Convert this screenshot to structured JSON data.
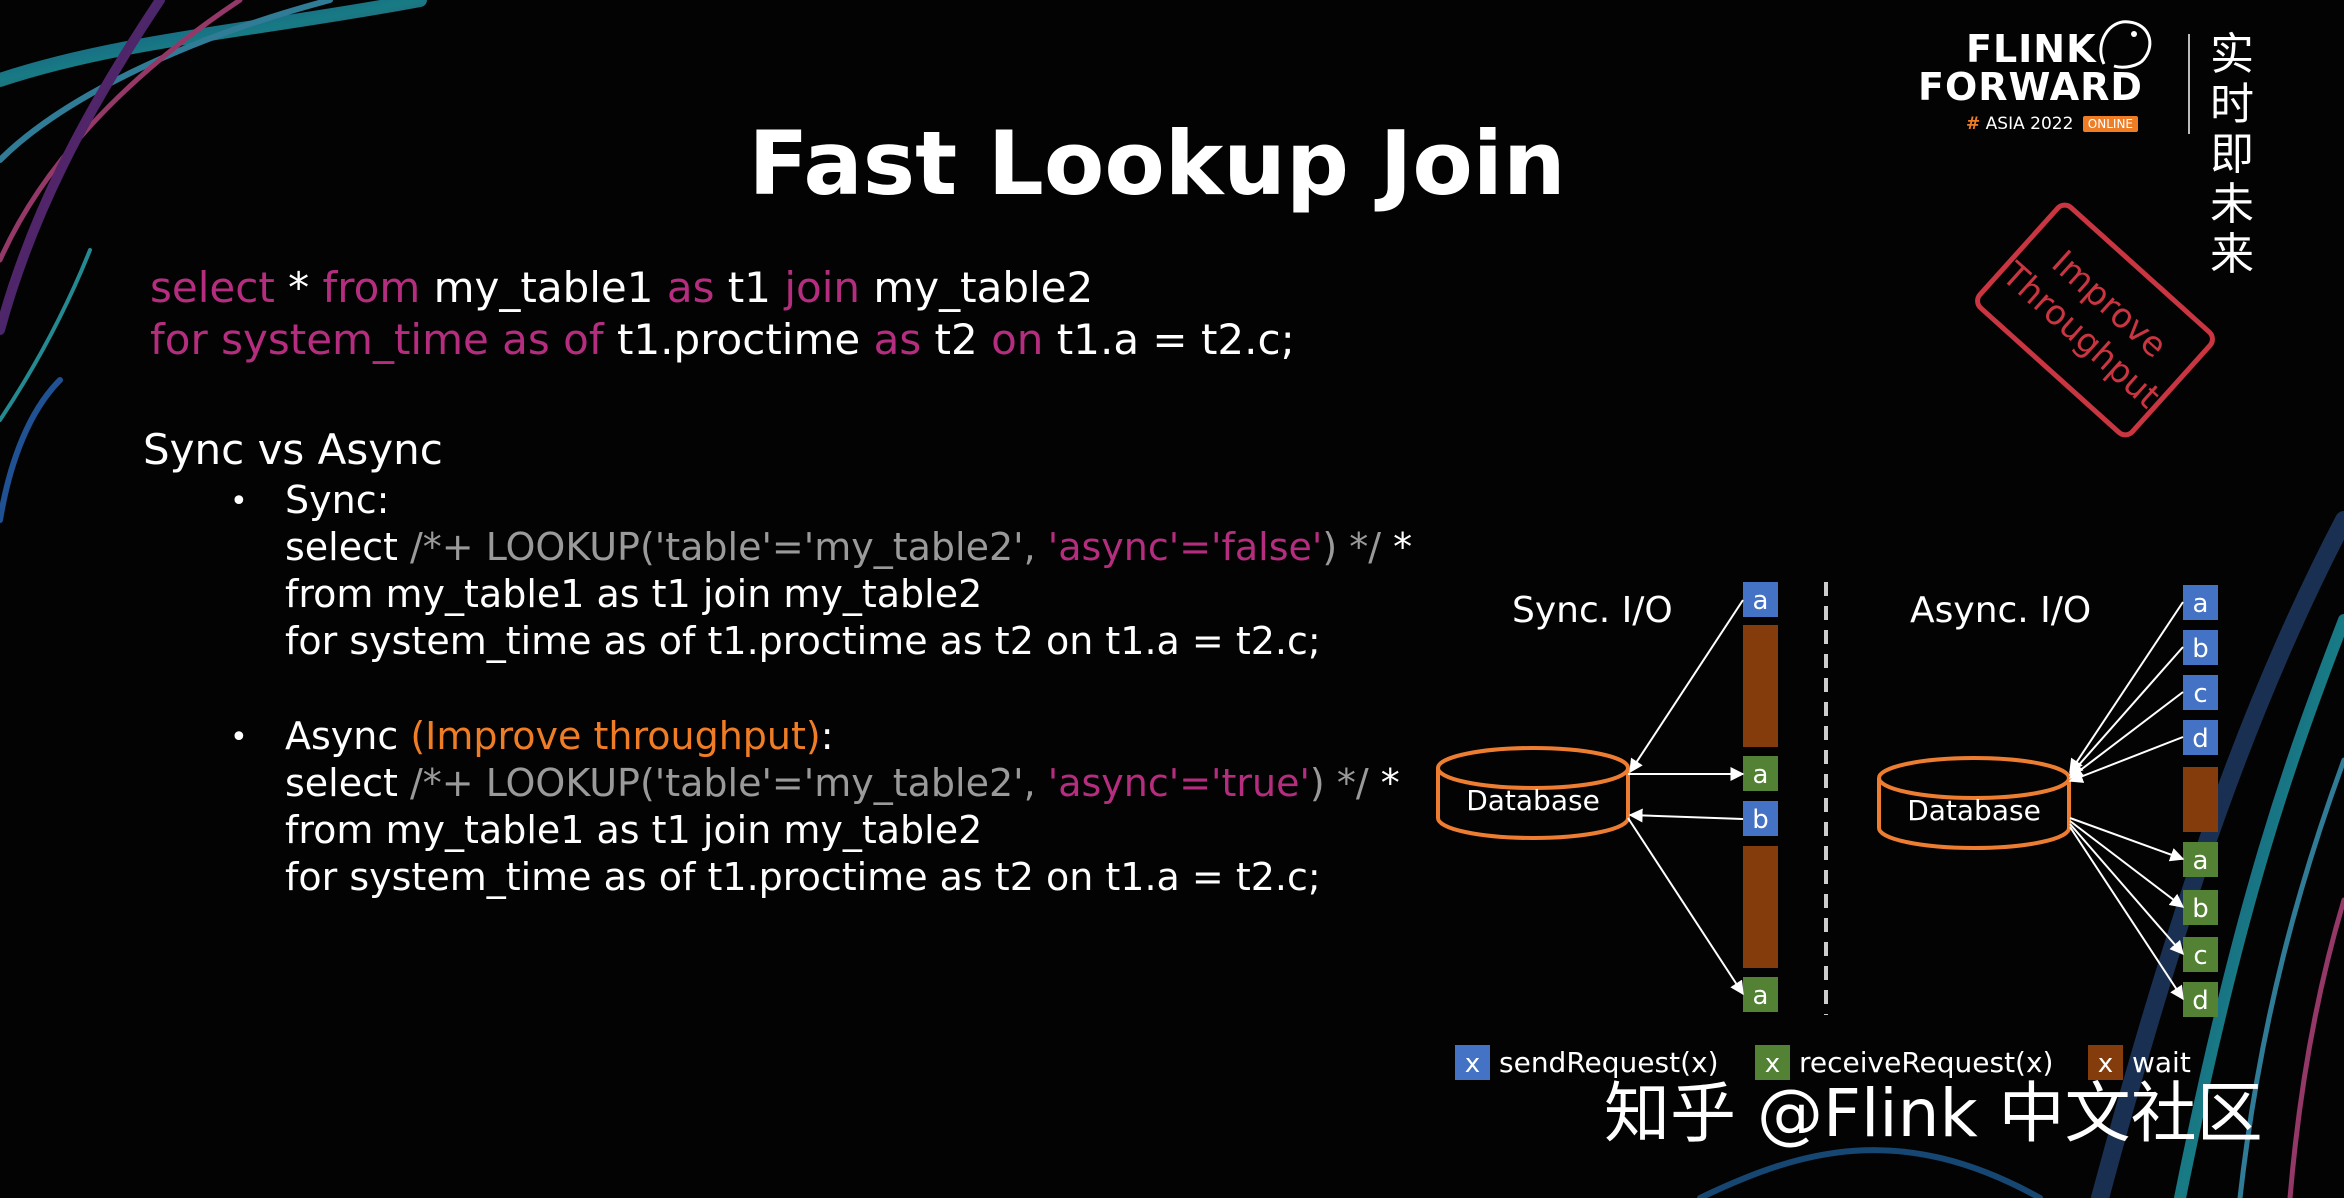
{
  "slide": {
    "title": "Fast Lookup Join",
    "brand": {
      "line1": "FLINK",
      "line2": "FORWARD",
      "hash": "#",
      "sub": "ASIA 2022",
      "online": "ONLINE",
      "cn": "实时即未来"
    },
    "code": {
      "line1": [
        {
          "t": "select",
          "kw": true
        },
        {
          "t": " * ",
          "kw": false
        },
        {
          "t": "from",
          "kw": true
        },
        {
          "t": " my_table1 ",
          "kw": false
        },
        {
          "t": "as",
          "kw": true
        },
        {
          "t": " t1 ",
          "kw": false
        },
        {
          "t": "join",
          "kw": true
        },
        {
          "t": " my_table2",
          "kw": false
        }
      ],
      "line2": [
        {
          "t": "for system_time as of",
          "kw": true
        },
        {
          "t": " t1.proctime ",
          "kw": false
        },
        {
          "t": "as",
          "kw": true
        },
        {
          "t": " t2 ",
          "kw": false
        },
        {
          "t": "on",
          "kw": true
        },
        {
          "t": " t1.a = t2.c;",
          "kw": false
        }
      ]
    },
    "section_heading": "Sync vs Async",
    "sync": {
      "label": "Sync:",
      "select_word": "select ",
      "hint_prefix": "/*+ LOOKUP('table'='my_table2', ",
      "hint_async": "'async'='false'",
      "hint_suffix": ") */ ",
      "star": "*",
      "line2": "from my_table1 as t1 join my_table2",
      "line3": "for system_time as of t1.proctime as t2 on t1.a = t2.c;"
    },
    "async": {
      "label": "Async ",
      "paren": "(Improve throughput)",
      "colon": ":",
      "select_word": "select ",
      "hint_prefix": "/*+ LOOKUP('table'='my_table2', ",
      "hint_async": "'async'='true'",
      "hint_suffix": ") */ ",
      "star": "*",
      "line2": "from my_table1 as t1 join my_table2",
      "line3": "for system_time as of t1.proctime as t2 on t1.a = t2.c;"
    },
    "stamp": {
      "line1": "Improve",
      "line2": "Throughput"
    },
    "diagram": {
      "sync_title": "Sync. I/O",
      "async_title": "Async. I/O",
      "db_label": "Database",
      "sync_boxes": [
        "a",
        "a",
        "b",
        "a"
      ],
      "async_send": [
        "a",
        "b",
        "c",
        "d"
      ],
      "async_recv": [
        "a",
        "b",
        "c",
        "d"
      ],
      "legend": {
        "send_key": "x",
        "send": "sendRequest(x)",
        "recv_key": "x",
        "recv": "receiveRequest(x)",
        "wait_key": "x",
        "wait": "wait"
      },
      "colors": {
        "send": "#4472c4",
        "recv": "#548235",
        "wait": "#843c0c",
        "db": "#ed7d31"
      }
    },
    "watermark": "知乎 @Flink 中文社区"
  }
}
